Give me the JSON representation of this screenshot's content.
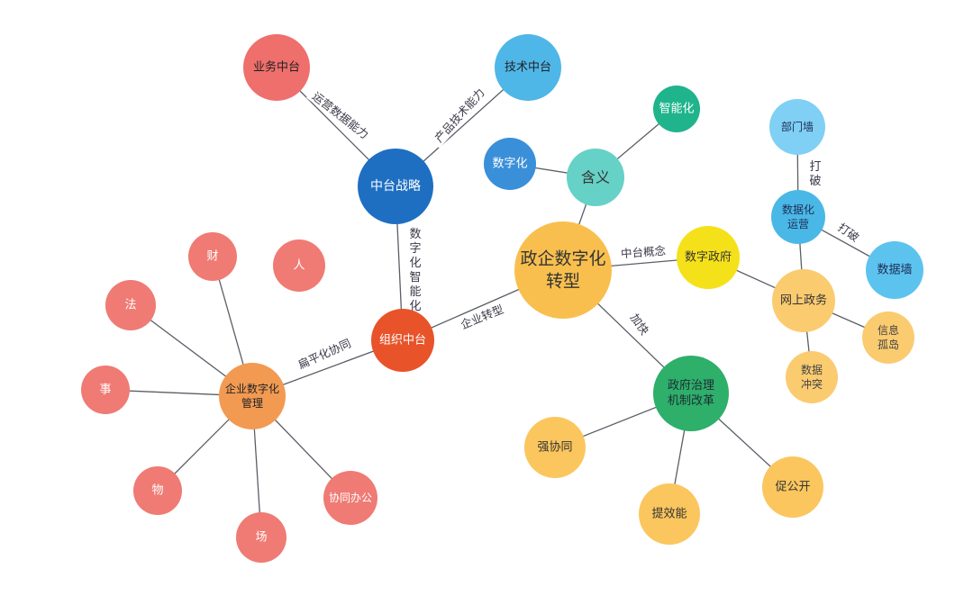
{
  "nodes": [
    {
      "id": "center",
      "lines": [
        "政企数字化",
        "转型"
      ],
      "color": "#f9bf4e",
      "text_color": "#333333"
    },
    {
      "id": "hanyi",
      "lines": [
        "含义"
      ],
      "color": "#66d1c7",
      "text_color": "#333333"
    },
    {
      "id": "zhinenghua",
      "lines": [
        "智能化"
      ],
      "color": "#1fb48c",
      "text_color": "#ffffff"
    },
    {
      "id": "shuzihua",
      "lines": [
        "数字化"
      ],
      "color": "#3a8fd9",
      "text_color": "#ffffff"
    },
    {
      "id": "zhongtai_zhanlue",
      "lines": [
        "中台战略"
      ],
      "color": "#1e6fc2",
      "text_color": "#ffffff"
    },
    {
      "id": "yewu_zhongtai",
      "lines": [
        "业务中台"
      ],
      "color": "#ef6f6c",
      "text_color": "#222222"
    },
    {
      "id": "jishu_zhongtai",
      "lines": [
        "技术中台"
      ],
      "color": "#4fb6e8",
      "text_color": "#222222"
    },
    {
      "id": "zuzhi_zhongtai",
      "lines": [
        "组织中台"
      ],
      "color": "#e8532a",
      "text_color": "#ffffff"
    },
    {
      "id": "qiye_guanli",
      "lines": [
        "企业数字化",
        "管理"
      ],
      "color": "#f29a52",
      "text_color": "#222222"
    },
    {
      "id": "cai",
      "lines": [
        "财"
      ],
      "color": "#ef7b74",
      "text_color": "#ffffff"
    },
    {
      "id": "ren",
      "lines": [
        "人"
      ],
      "color": "#ef7b74",
      "text_color": "#ffffff"
    },
    {
      "id": "fa",
      "lines": [
        "法"
      ],
      "color": "#ef7b74",
      "text_color": "#ffffff"
    },
    {
      "id": "shi",
      "lines": [
        "事"
      ],
      "color": "#ef7b74",
      "text_color": "#ffffff"
    },
    {
      "id": "wu",
      "lines": [
        "物"
      ],
      "color": "#ef7b74",
      "text_color": "#ffffff"
    },
    {
      "id": "chang",
      "lines": [
        "场"
      ],
      "color": "#ef7b74",
      "text_color": "#ffffff"
    },
    {
      "id": "xietong",
      "lines": [
        "协同办公"
      ],
      "color": "#ef7b74",
      "text_color": "#ffffff"
    },
    {
      "id": "shuzi_zhengfu",
      "lines": [
        "数字政府"
      ],
      "color": "#f5e11a",
      "text_color": "#333333"
    },
    {
      "id": "wangshang",
      "lines": [
        "网上政务"
      ],
      "color": "#fbcb70",
      "text_color": "#333333"
    },
    {
      "id": "shuju_yunying",
      "lines": [
        "数据化",
        "运营"
      ],
      "color": "#4ab8e6",
      "text_color": "#1d2d55"
    },
    {
      "id": "bumenqiang",
      "lines": [
        "部门墙"
      ],
      "color": "#7fd0f4",
      "text_color": "#1d2d55"
    },
    {
      "id": "shujuqiang",
      "lines": [
        "数据墙"
      ],
      "color": "#5cc3ef",
      "text_color": "#1d2d55"
    },
    {
      "id": "xinxi_gudao",
      "lines": [
        "信息",
        "孤岛"
      ],
      "color": "#fbcb70",
      "text_color": "#444444"
    },
    {
      "id": "shuju_chongtu",
      "lines": [
        "数据",
        "冲突"
      ],
      "color": "#fbcb70",
      "text_color": "#444444"
    },
    {
      "id": "zhengfu_zhili",
      "lines": [
        "政府治理",
        "机制改革"
      ],
      "color": "#2eaf6a",
      "text_color": "#1d2d35"
    },
    {
      "id": "qiang_xietong",
      "lines": [
        "强协同"
      ],
      "color": "#fbc65e",
      "text_color": "#333333"
    },
    {
      "id": "cu_gongkai",
      "lines": [
        "促公开"
      ],
      "color": "#fbc65e",
      "text_color": "#333333"
    },
    {
      "id": "ti_xiaoneng",
      "lines": [
        "提效能"
      ],
      "color": "#fbc65e",
      "text_color": "#333333"
    }
  ],
  "edges": [
    {
      "from": "center",
      "to": "hanyi",
      "label": ""
    },
    {
      "from": "hanyi",
      "to": "zhinenghua",
      "label": ""
    },
    {
      "from": "hanyi",
      "to": "shuzihua",
      "label": ""
    },
    {
      "from": "zhongtai_zhanlue",
      "to": "yewu_zhongtai",
      "label": "运营数据能力"
    },
    {
      "from": "zhongtai_zhanlue",
      "to": "jishu_zhongtai",
      "label": "产品技术能力"
    },
    {
      "from": "zhongtai_zhanlue",
      "to": "zuzhi_zhongtai",
      "label": "数字化智能化"
    },
    {
      "from": "center",
      "to": "zuzhi_zhongtai",
      "label": "企业转型"
    },
    {
      "from": "zuzhi_zhongtai",
      "to": "qiye_guanli",
      "label": "扁平化协同"
    },
    {
      "from": "qiye_guanli",
      "to": "cai",
      "label": ""
    },
    {
      "from": "qiye_guanli",
      "to": "fa",
      "label": ""
    },
    {
      "from": "qiye_guanli",
      "to": "shi",
      "label": ""
    },
    {
      "from": "qiye_guanli",
      "to": "wu",
      "label": ""
    },
    {
      "from": "qiye_guanli",
      "to": "chang",
      "label": ""
    },
    {
      "from": "qiye_guanli",
      "to": "xietong",
      "label": ""
    },
    {
      "from": "center",
      "to": "shuzi_zhengfu",
      "label": "中台概念"
    },
    {
      "from": "shuzi_zhengfu",
      "to": "wangshang",
      "label": ""
    },
    {
      "from": "wangshang",
      "to": "shuju_yunying",
      "label": ""
    },
    {
      "from": "shuju_yunying",
      "to": "bumenqiang",
      "label": "打破"
    },
    {
      "from": "shuju_yunying",
      "to": "shujuqiang",
      "label": "打破"
    },
    {
      "from": "wangshang",
      "to": "xinxi_gudao",
      "label": ""
    },
    {
      "from": "wangshang",
      "to": "shuju_chongtu",
      "label": ""
    },
    {
      "from": "center",
      "to": "zhengfu_zhili",
      "label": "加快"
    },
    {
      "from": "zhengfu_zhili",
      "to": "qiang_xietong",
      "label": ""
    },
    {
      "from": "zhengfu_zhili",
      "to": "cu_gongkai",
      "label": ""
    },
    {
      "from": "zhengfu_zhili",
      "to": "ti_xiaoneng",
      "label": ""
    }
  ]
}
